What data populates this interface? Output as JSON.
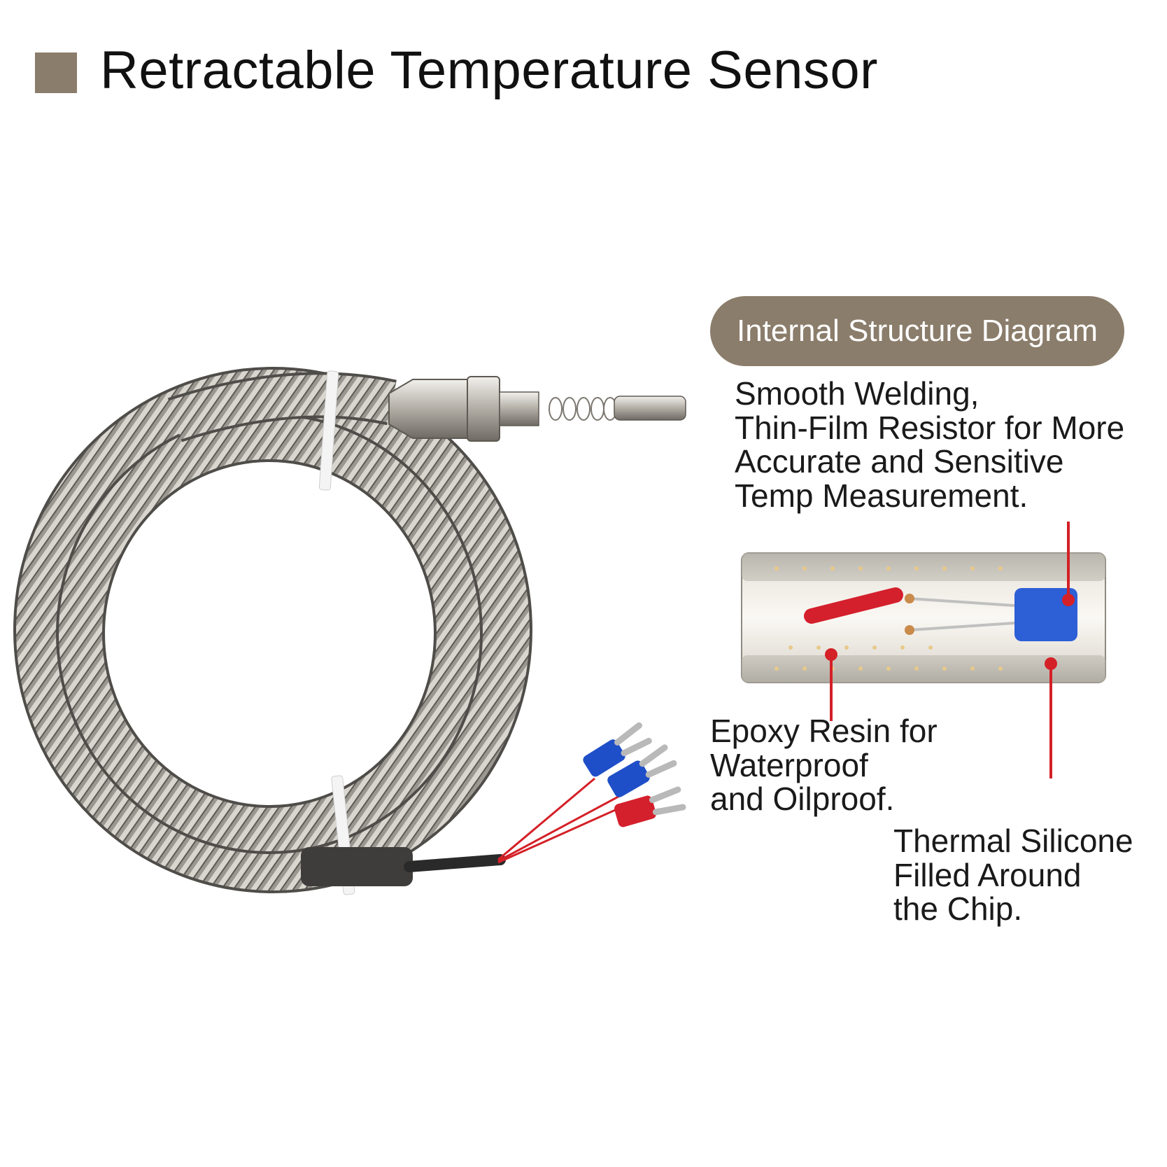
{
  "header": {
    "title": "Retractable Temperature Sensor",
    "accent_color": "#8b7d6b"
  },
  "diagram": {
    "pill_label": "Internal Structure Diagram"
  },
  "callouts": {
    "welding": [
      "Smooth Welding,",
      "Thin-Film Resistor for More",
      "Accurate and Sensitive",
      "Temp Measurement."
    ],
    "epoxy": [
      "Epoxy Resin for",
      "Waterproof",
      "and Oilproof."
    ],
    "silicone": [
      "Thermal Silicone",
      "Filled Around",
      "the Chip."
    ]
  },
  "colors": {
    "leader_line": "#d42027",
    "terminal_blue": "#1f4fc8",
    "terminal_red": "#d4202c",
    "resistor_blue": "#2d5fd6"
  }
}
